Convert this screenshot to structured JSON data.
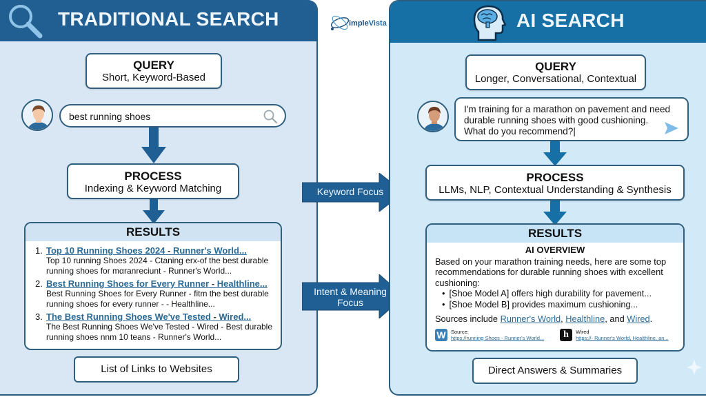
{
  "brand": {
    "name_part1": "imple",
    "name_part2": "Vista"
  },
  "traditional": {
    "title": "TRADITIONAL SEARCH",
    "header_icon": "magnifier-icon",
    "query": {
      "title": "QUERY",
      "subtitle": "Short, Keyword-Based"
    },
    "search_input": {
      "value": "best running shoes",
      "icon": "search-icon"
    },
    "process": {
      "title": "PROCESS",
      "subtitle": "Indexing & Keyword Matching"
    },
    "results": {
      "title": "RESULTS",
      "items": [
        {
          "num": "1.",
          "title_a": "Top 10 Running Shoes 2024",
          "sep": " - ",
          "title_b": "Runner's World...",
          "snippet_1": "Top 10 running Shoes 2024 - Ctaning erx-of the best durable",
          "snippet_2": "running shoes for mαranreciunt - Runner's World..."
        },
        {
          "num": "2.",
          "title_a": "Best Running Shoes for Every Runner",
          "sep": " - ",
          "title_b": "Healthline...",
          "snippet_1": "Best Running Shoes for Every Runner - fitm the best durable",
          "snippet_2": "running shoes for every runner - - Healthline..."
        },
        {
          "num": "3.",
          "title_a": "The Best Running Shoes We've Tested",
          "sep": " - ",
          "title_b": "Wired...",
          "snippet_1": "The Best Running Shoes We've Tested - Wired - Best durable",
          "snippet_2": "running shoes nnm 10 teans - Runner's World..."
        }
      ]
    },
    "summary": "List of Links to Websites"
  },
  "ai": {
    "title": "AI SEARCH",
    "header_icon": "brain-head-icon",
    "query": {
      "title": "QUERY",
      "subtitle": "Longer, Conversational, Contextual"
    },
    "chat_input": {
      "value": "I'm training for a marathon on pavement and need\ndurable running shoes with good cushioning.\nWhat do you recommend?|",
      "icon": "send-icon"
    },
    "process": {
      "title": "PROCESS",
      "subtitle": "LLMs, NLP, Contextual Understanding & Synthesis"
    },
    "results": {
      "title": "RESULTS",
      "overview_title": "AI OVERVIEW",
      "intro": "Based on your marathon training needs, here are some top recommendations for durable running shoes with excellent cushioning:",
      "bullets": [
        "[Shoe Model A] offers high durability for pavement...",
        "[Shoe Model B] provides maximum cushioning..."
      ],
      "sources_prefix": "Sources include ",
      "sources_links": [
        "Runner's World",
        "Healthline",
        "Wired"
      ],
      "sources_sep1": ", ",
      "sources_sep2": ", and ",
      "sources_end": ".",
      "source_cards": [
        {
          "logo": "W",
          "logo_color": "#3a7fb5",
          "label": "Source:",
          "url": "https://running Shoes - Runner's World..."
        },
        {
          "logo": "h",
          "logo_color": "#111111",
          "label": "Wired",
          "url": "https://- Runner's World, Healthline, an..."
        }
      ]
    },
    "summary": "Direct Answers & Summaries"
  },
  "middle_arrows": [
    {
      "label": "Keyword Focus"
    },
    {
      "label": "Intent & Meaning\nFocus"
    }
  ],
  "colors": {
    "traditional_header": "#215f93",
    "ai_header": "#1670a6",
    "arrow": "#1f5f94",
    "link": "#2b6a94"
  }
}
